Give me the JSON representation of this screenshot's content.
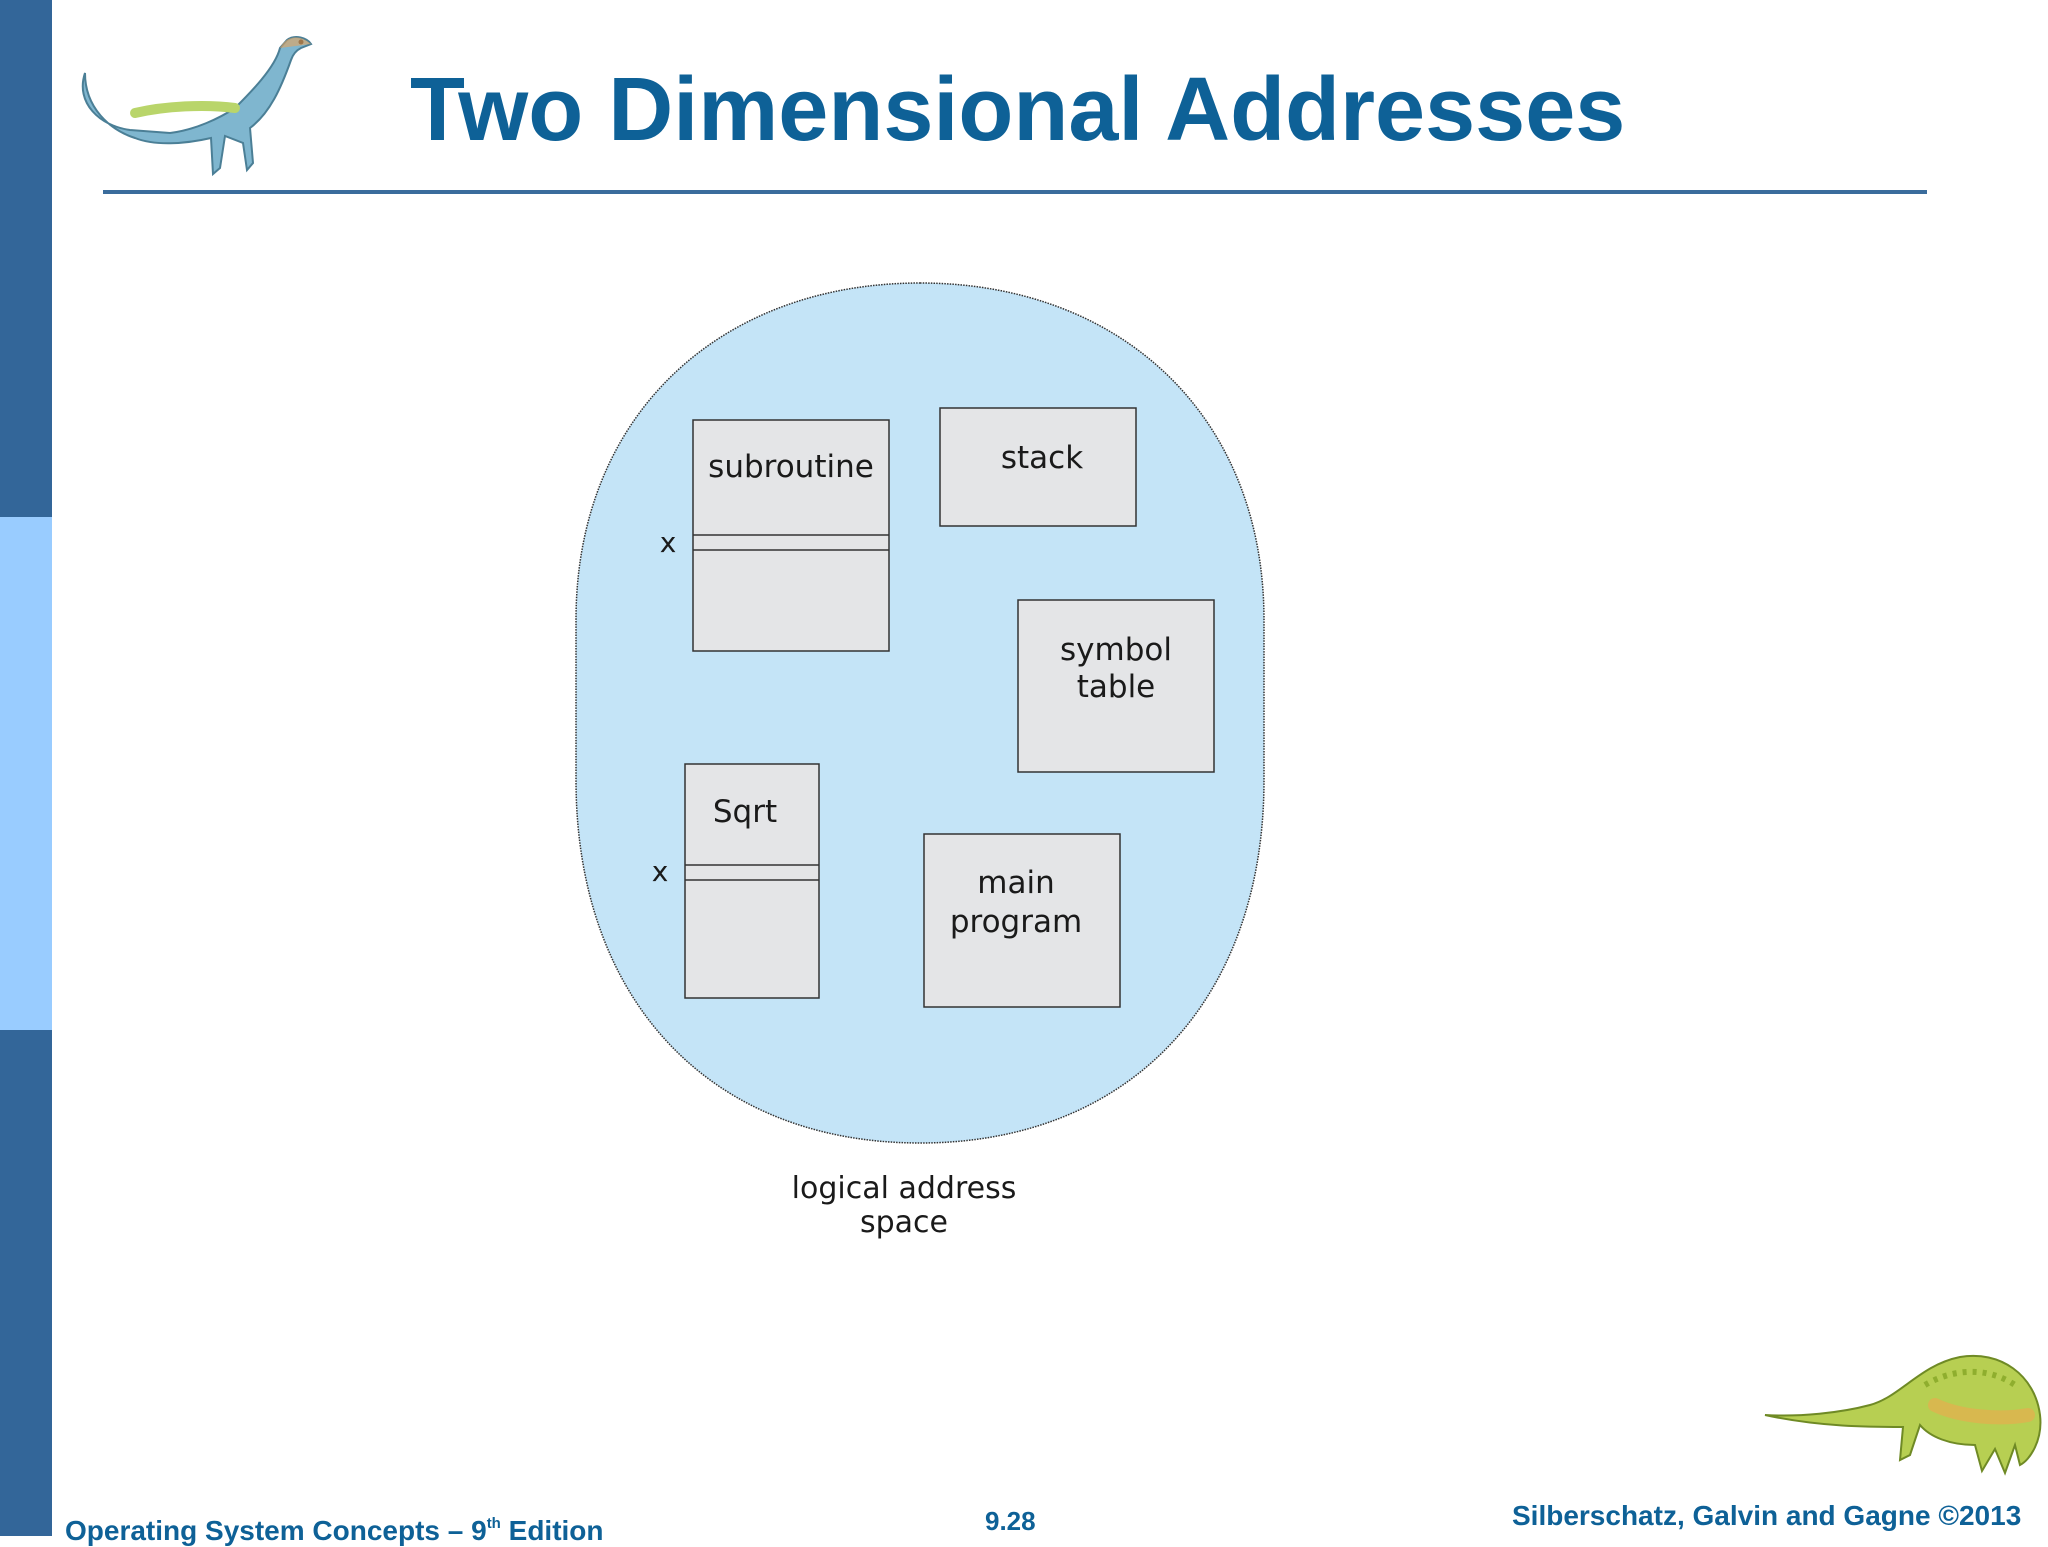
{
  "slide": {
    "title": "Two Dimensional Addresses",
    "footer_left_prefix": "Operating System Concepts – 9",
    "footer_left_sup": "th",
    "footer_left_suffix": " Edition",
    "page_number": "9.28",
    "footer_right": "Silberschatz, Galvin and Gagne ©2013"
  },
  "diagram": {
    "segments": {
      "subroutine": "subroutine",
      "stack": "stack",
      "symbol_table_line1": "symbol",
      "symbol_table_line2": "table",
      "sqrt": "Sqrt",
      "main_program_line1": "main",
      "main_program_line2": "program"
    },
    "offset_marker_1": "x",
    "offset_marker_2": "x",
    "caption_line1": "logical address",
    "caption_line2": "space"
  },
  "colors": {
    "accent": "#0e6197",
    "sidebar_dark": "#336699",
    "sidebar_light": "#99ccff",
    "region_fill": "#c4e4f7",
    "segment_fill": "#e4e5e7"
  }
}
